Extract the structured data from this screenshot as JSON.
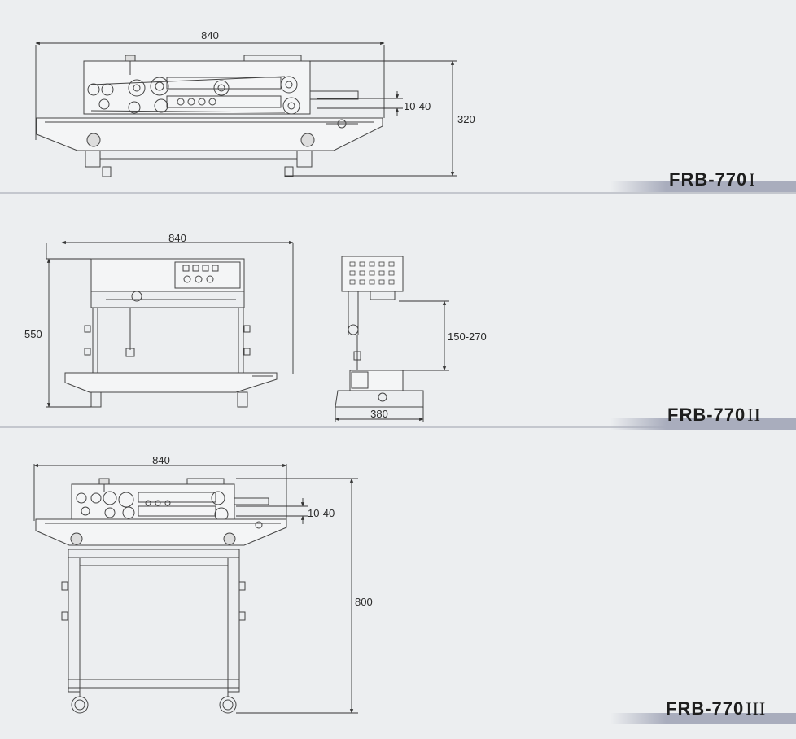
{
  "models": {
    "m1": {
      "name": "FRB-770",
      "roman": "I"
    },
    "m2": {
      "name": "FRB-770",
      "roman": "II"
    },
    "m3": {
      "name": "FRB-770",
      "roman": "III"
    }
  },
  "dimensions": {
    "m1_width": "840",
    "m1_height": "320",
    "m1_gap": "10-40",
    "m2_width": "840",
    "m2_height": "550",
    "m2_side_width": "380",
    "m2_adjust": "150-270",
    "m3_width": "840",
    "m3_gap": "10-40",
    "m3_height": "800"
  },
  "colors": {
    "background": "#eceef0",
    "line": "#444444",
    "band": "#a9adbd"
  }
}
